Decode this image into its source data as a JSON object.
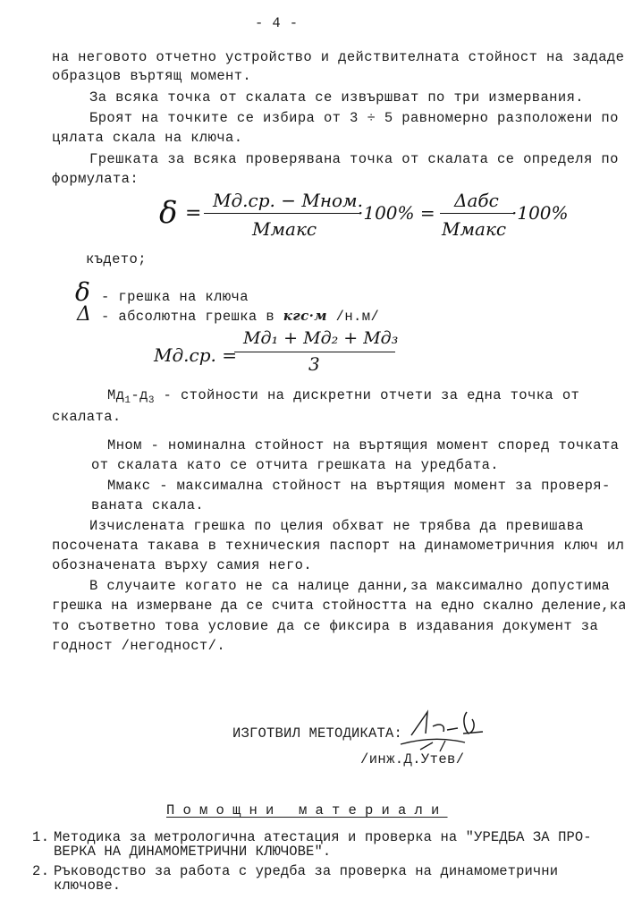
{
  "page_number": "- 4 -",
  "paragraphs": {
    "p1_l1": "на неговото отчетно устройство и действителната стойност на зададения",
    "p1_l2": "образцов въртящ момент.",
    "p2": "За всяка точка от скалата се извършват по три измервания.",
    "p3_l1": "Броят на точките се избира от 3 ÷ 5 равномерно разположени по",
    "p3_l2": "цялата скала на ключа.",
    "p4_l1": "Грешката за всяка проверявана точка от скалата се определя по",
    "p4_l2": "формулата:",
    "kadeto": "където;"
  },
  "formula1": {
    "delta": "δ",
    "eq": "=",
    "num1": "Mд.ср. − Mном.",
    "den1": "Mмакс",
    "mult1": "·100% =",
    "num2": "Δабс",
    "den2": "Mмакс",
    "mult2": "·100%"
  },
  "definitions": {
    "delta_sym": "δ",
    "delta_text": "- грешка на ключа",
    "abs_sym": "Δ",
    "abs_text": "- абсолютна грешка в",
    "abs_unit": "кгс·м",
    "abs_unit2": "/н.м/"
  },
  "formula2": {
    "lhs": "Mд.ср. =",
    "num": "Mд₁ + Mд₂ + Mд₃",
    "den": "3"
  },
  "explanations": {
    "md_l1_a": "Мд",
    "md_l1_sub1": "1",
    "md_l1_b": "-д",
    "md_l1_sub2": "3",
    "md_l1_c": " - стойности на дискретни отчети за една точка от",
    "md_l2": "скалата.",
    "mnom_l1": "Мном - номинална стойност на въртящия момент според точката",
    "mnom_l2": "от скалата като се отчита грешката на уредбата.",
    "mmaks_l1": "Ммакс - максимална стойност на въртящия момент за проверя-",
    "mmaks_l2": "ваната скала."
  },
  "closing": {
    "c1_l1": "Изчислената грешка по целия обхват не трябва да превишава",
    "c1_l2": "посочената такава в техническия паспорт на динамометричния ключ или",
    "c1_l3": "обозначената върху самия него.",
    "c2_l1": "В случаите когато не са налице данни,за максимално допустима",
    "c2_l2": "грешка  на измерване да се счита стойността на едно скално деление,ка-",
    "c2_l3": "то съответно това условие да се фиксира в издавания документ за",
    "c2_l4": "годност /негодност/."
  },
  "signature": {
    "label": "ИЗГОТВИЛ МЕТОДИКАТА:",
    "name": "/инж.Д.Утев/"
  },
  "materials": {
    "heading": "Помощни материали",
    "item1_num": "1.",
    "item1_l1": "Методика за метрологична атестация и проверка на \"УРЕДБА ЗА ПРО-",
    "item1_l2": "ВЕРКА НА ДИНАМОМЕТРИЧНИ КЛЮЧОВЕ\".",
    "item2_num": "2.",
    "item2_l1": "Ръководство за работа с уредба за проверка на динамометрични",
    "item2_l2": "ключове."
  }
}
